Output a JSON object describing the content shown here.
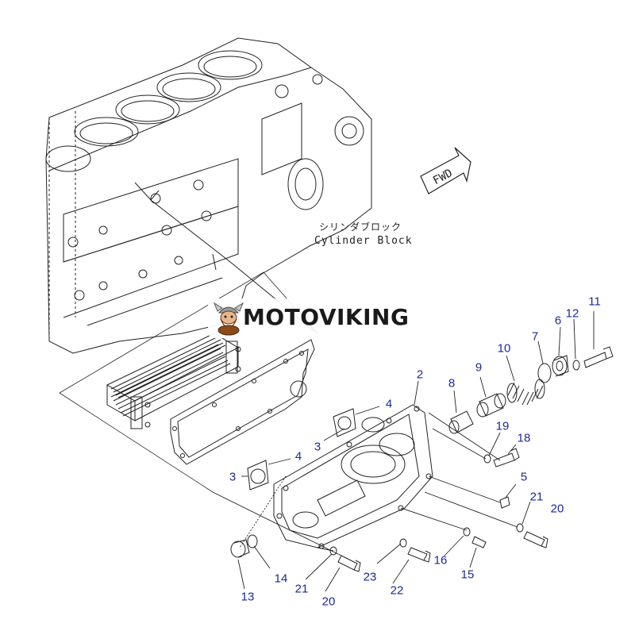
{
  "watermark": {
    "brand": "MOTOVIKING",
    "icon": "viking-mascot-icon"
  },
  "labels": {
    "cylinder_block_jp": "シリンダブロック",
    "cylinder_block_en": "Cylinder Block",
    "direction_arrow": "FWD"
  },
  "callouts": {
    "c2": "2",
    "c3a": "3",
    "c3b": "3",
    "c4a": "4",
    "c4b": "4",
    "c5": "5",
    "c6": "6",
    "c7": "7",
    "c8": "8",
    "c9": "9",
    "c10": "10",
    "c11": "11",
    "c12": "12",
    "c13": "13",
    "c14": "14",
    "c15": "15",
    "c16": "16",
    "c18": "18",
    "c19": "19",
    "c20a": "20",
    "c20b": "20",
    "c21a": "21",
    "c21b": "21",
    "c22": "22",
    "c23": "23"
  },
  "colors": {
    "line": "#222222",
    "callout": "#1a2a9a",
    "background": "#ffffff"
  }
}
